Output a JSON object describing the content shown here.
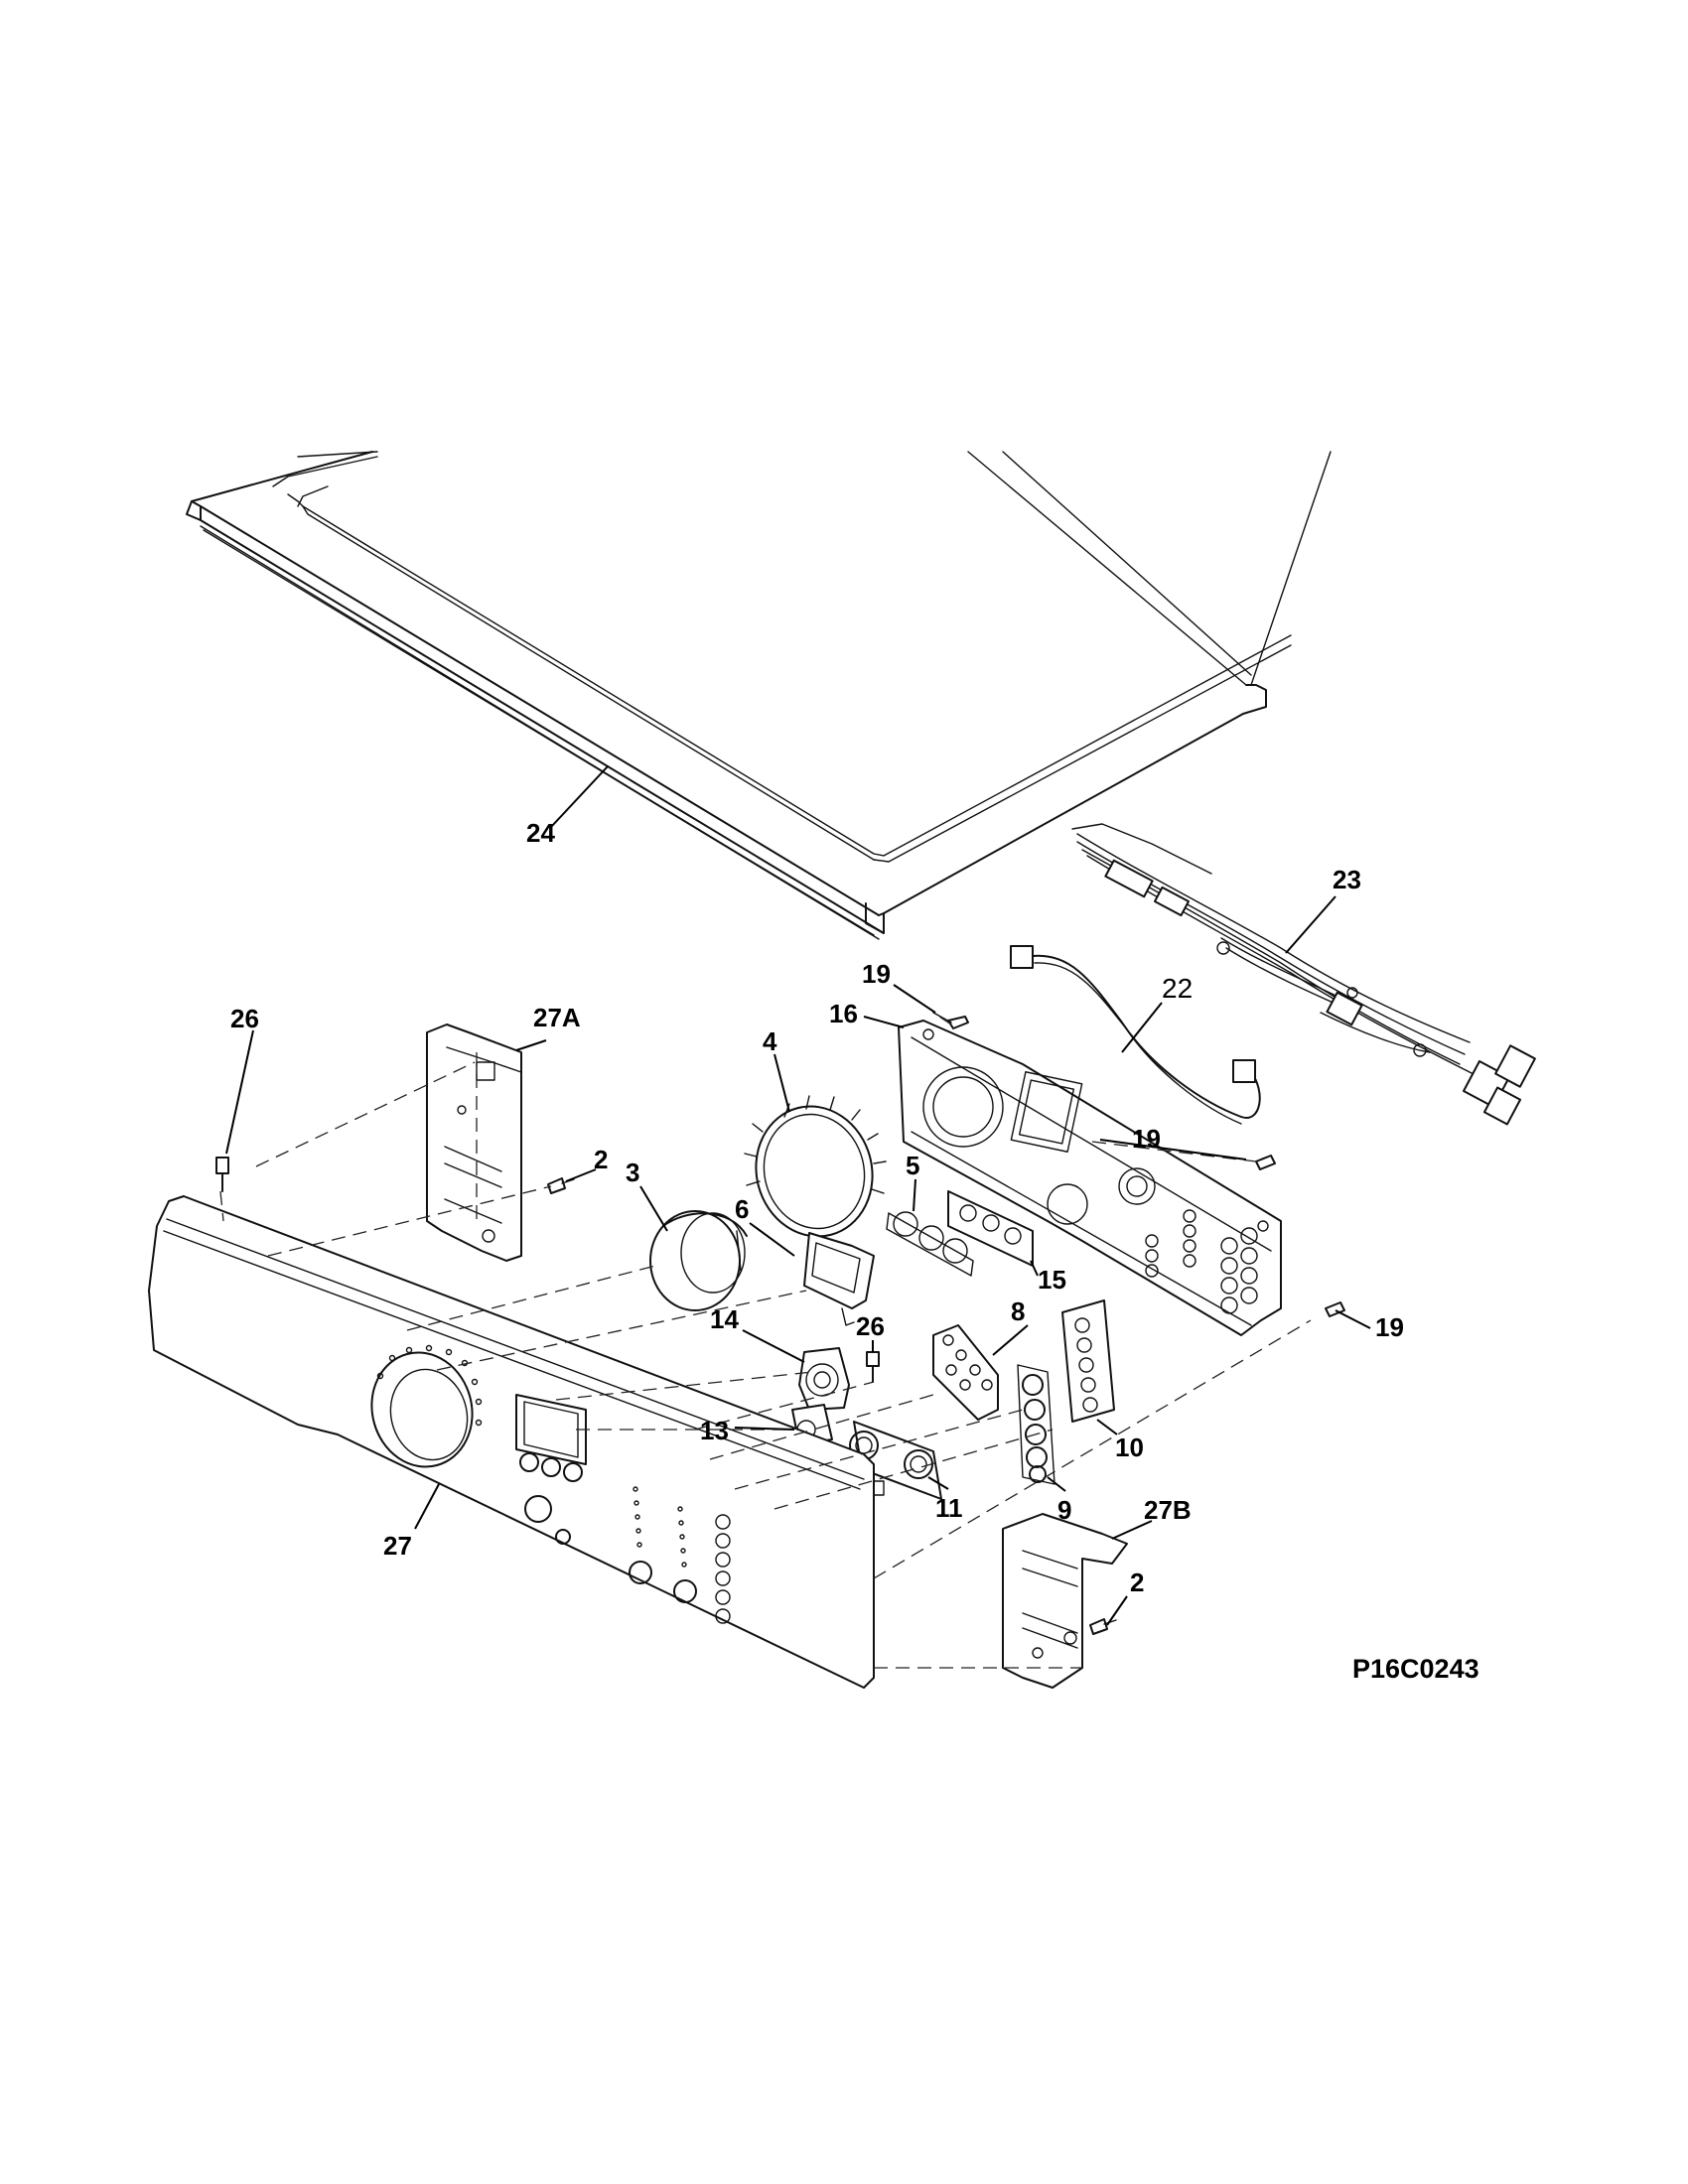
{
  "diagram": {
    "drawing_code": "P16C0243",
    "callouts": {
      "c24": "24",
      "c23": "23",
      "c22": "22",
      "c19a": "19",
      "c19b": "19",
      "c19c": "19",
      "c16": "16",
      "c4": "4",
      "c5": "5",
      "c6": "6",
      "c15": "15",
      "c3": "3",
      "c2a": "2",
      "c2b": "2",
      "c26a": "26",
      "c26b": "26",
      "c27a": "27A",
      "c27b": "27B",
      "c27": "27",
      "c14": "14",
      "c13": "13",
      "c8": "8",
      "c9": "9",
      "c10": "10",
      "c11": "11"
    }
  }
}
